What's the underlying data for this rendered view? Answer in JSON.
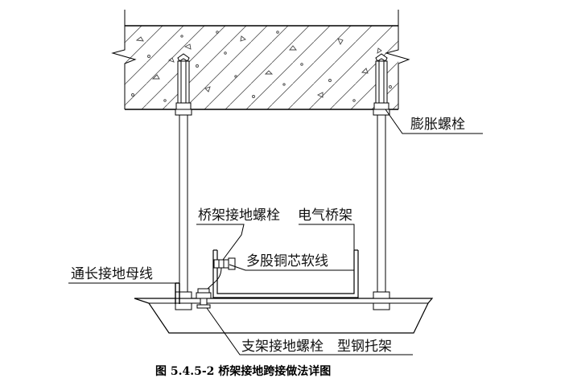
{
  "labels": {
    "expansion_bolt": "膨胀螺栓",
    "tray_ground_bolt": "桥架接地螺栓",
    "cable_tray": "电气桥架",
    "copper_wire": "多股铜芯软线",
    "ground_bus": "通长接地母线",
    "bracket_bolt": "支架接地螺栓",
    "steel_bracket": "型钢托架"
  },
  "caption": "图 5.4.5-2   桥架接地跨接做法详图"
}
